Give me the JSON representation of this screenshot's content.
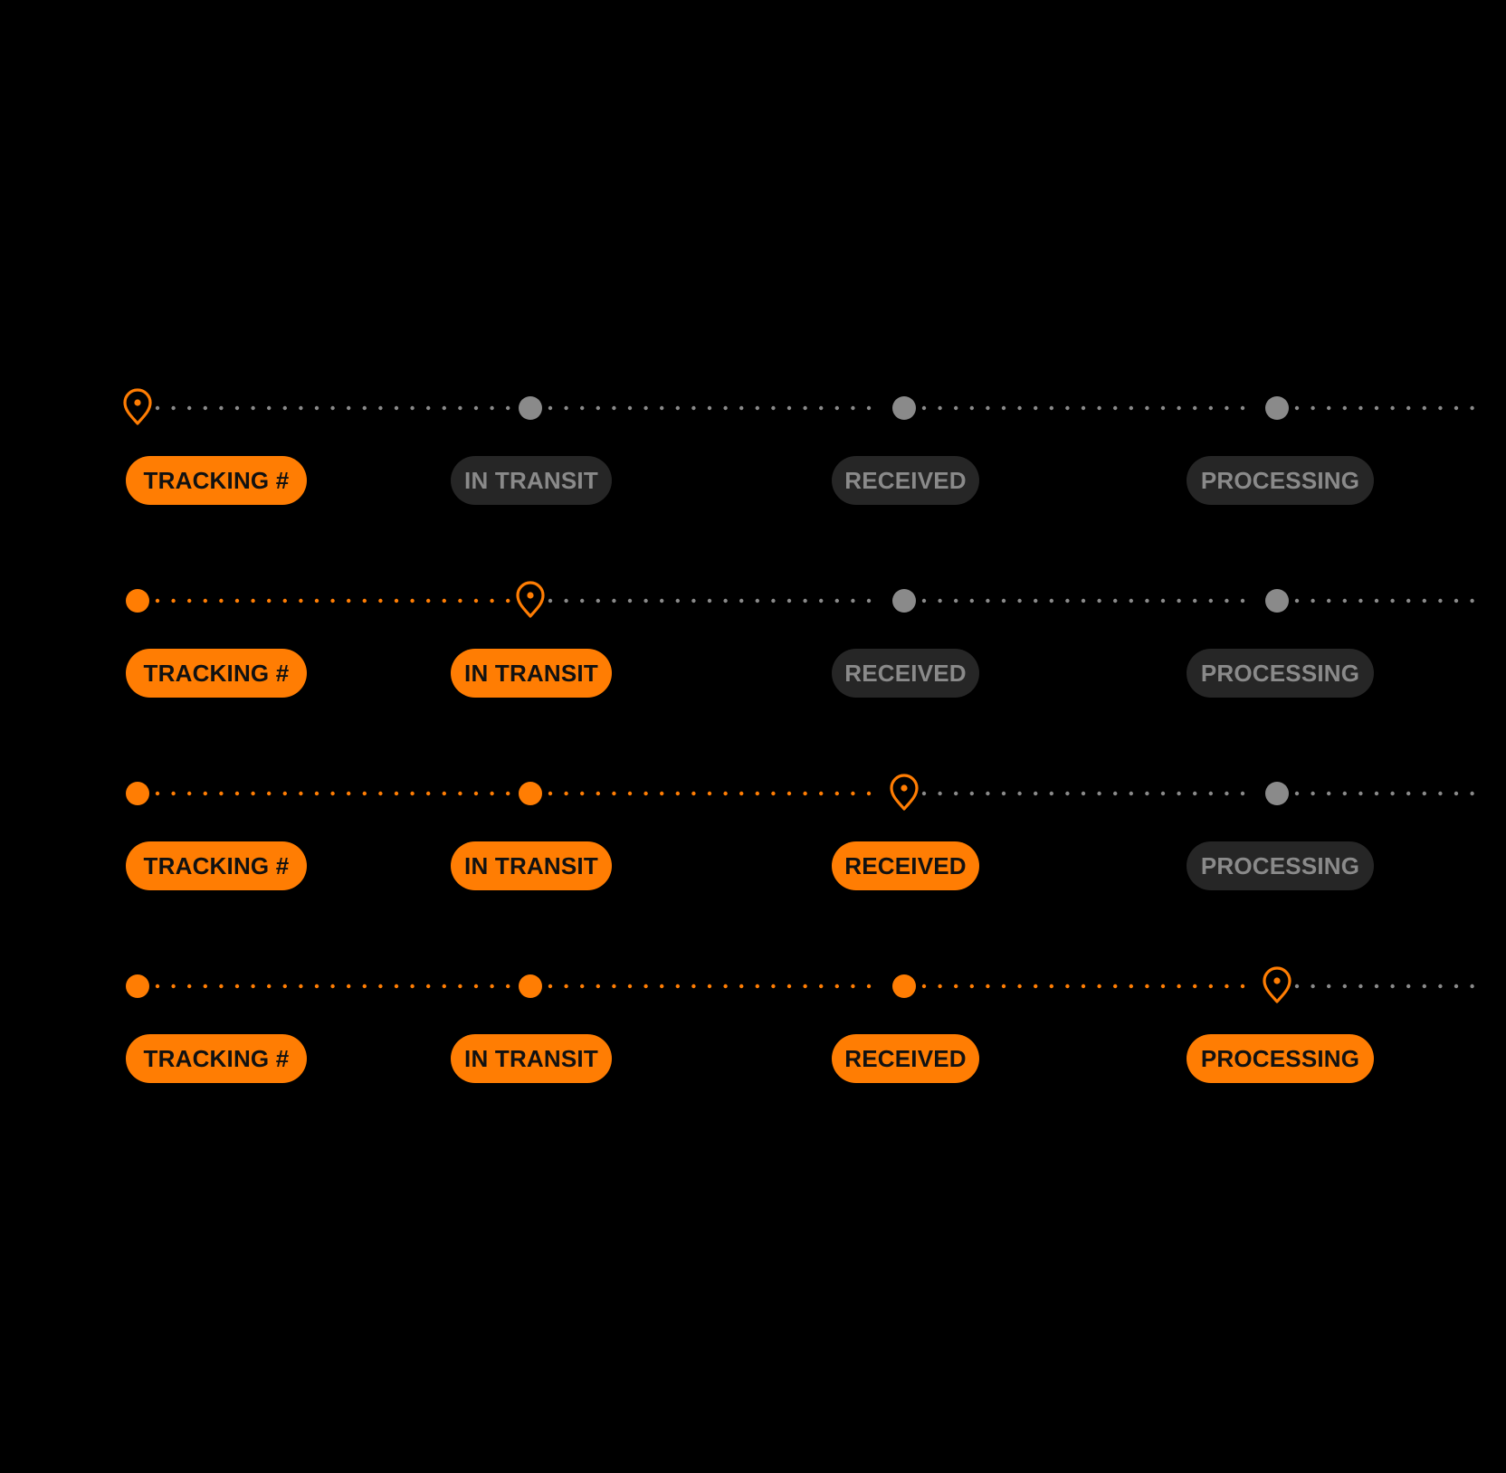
{
  "colors": {
    "background": "#000000",
    "accent": "#ff7d03",
    "inactive_dot": "#8a8a8a",
    "inactive_pill_bg": "#262626",
    "inactive_pill_text": "#8a8a8a",
    "active_pill_text": "#111111"
  },
  "steps": [
    "TRACKING #",
    "IN TRANSIT",
    "RECEIVED",
    "PROCESSING"
  ],
  "rows": [
    {
      "current_step": 0,
      "marker_icon": "map-pin-icon"
    },
    {
      "current_step": 1,
      "marker_icon": "map-pin-icon"
    },
    {
      "current_step": 2,
      "marker_icon": "map-pin-icon"
    },
    {
      "current_step": 3,
      "marker_icon": "map-pin-icon"
    }
  ]
}
